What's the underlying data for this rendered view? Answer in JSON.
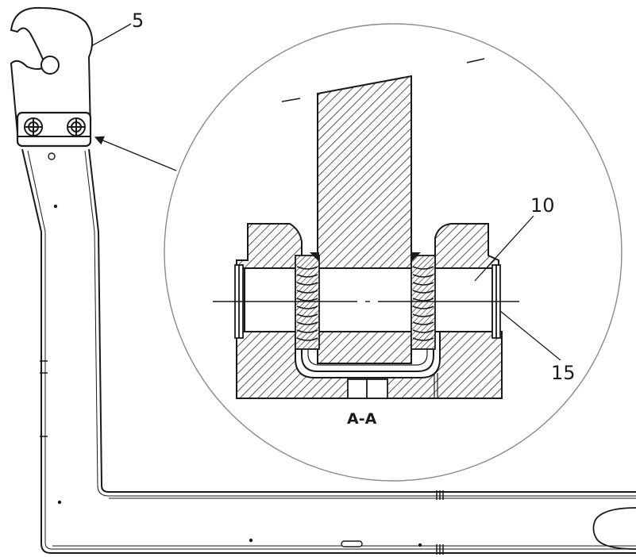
{
  "labels": {
    "callout_5": "5",
    "callout_10": "10",
    "callout_15": "15",
    "section": "A-A"
  },
  "colors": {
    "line": "#1a1a1a",
    "hatch": "#2a2a2a",
    "detail_circle": "#8a8a8a",
    "background": "#ffffff"
  }
}
